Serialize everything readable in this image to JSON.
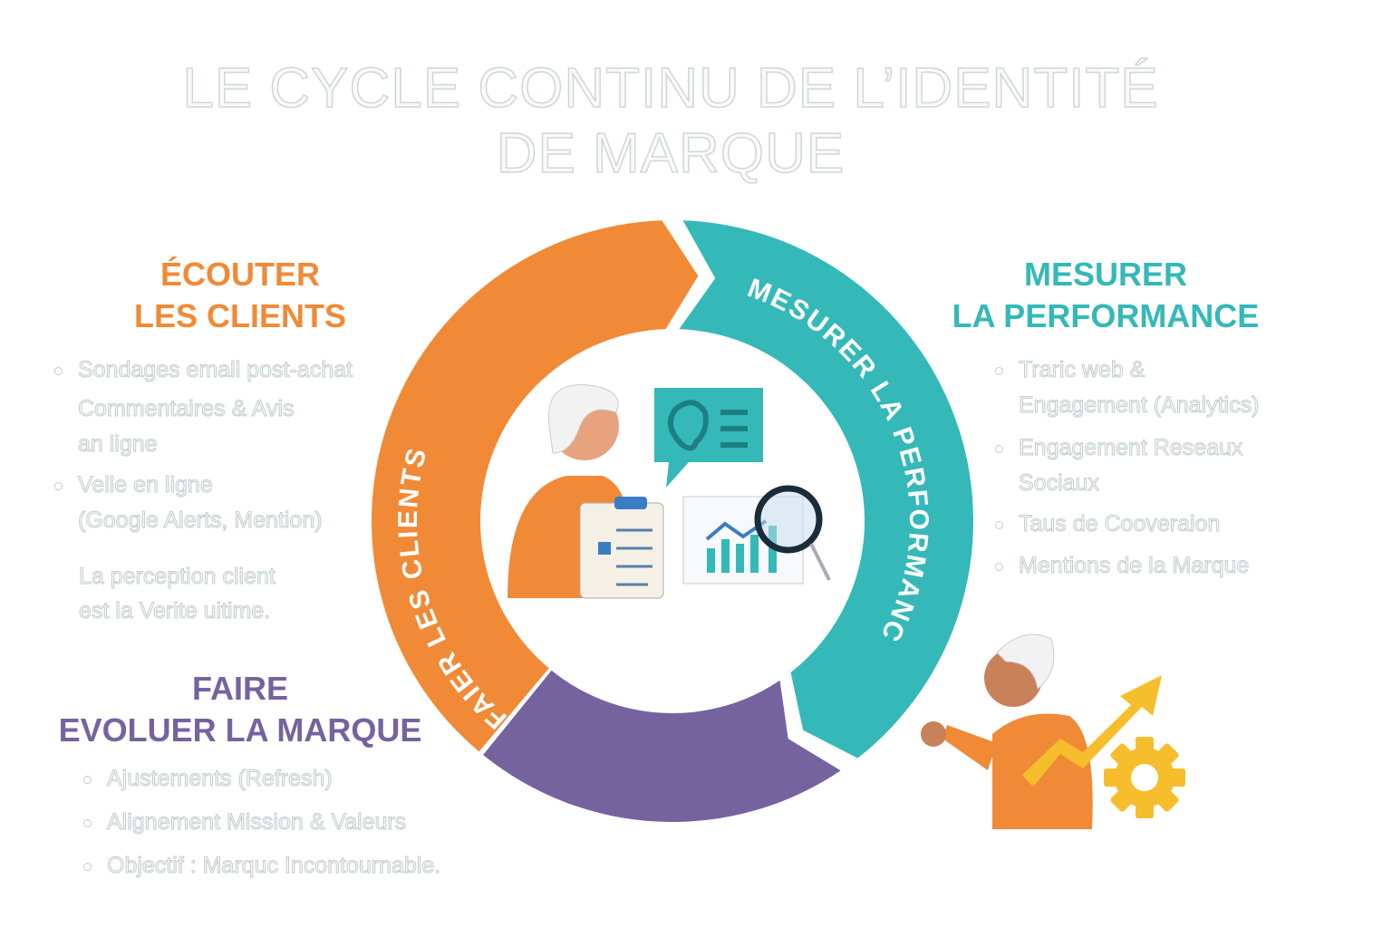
{
  "title": {
    "line1": "LE CYCLE CONTINU DE L’IDENTITÉ",
    "line2": "DE MARQUE"
  },
  "colors": {
    "orange": "#f08a37",
    "teal": "#35b8b8",
    "purple": "#7563a0",
    "yellow": "#f6be2c"
  },
  "ecouter": {
    "heading1": "ÉCOUTER",
    "heading2": "LES CLIENTS",
    "items": [
      "Sondages emall post-achat",
      "Commentaires & Avis",
      "an ligne",
      "Velle en ligne",
      "(Google Alerts, Mention)"
    ],
    "note1": "La perception client",
    "note2": "est la Verite uitime."
  },
  "mesurer": {
    "heading1": "MESURER",
    "heading2": "LA PERFORMANCE",
    "items": [
      "Traric web &",
      "Engagement (Analytics)",
      "Engagement Reseaux",
      "Sociaux",
      "Taus de Cooveraion",
      "Mentions de la Marque"
    ]
  },
  "evoluer": {
    "heading1": "FAIRE",
    "heading2": "EVOLUER LA MARQUE",
    "items": [
      "Ajustements (Refresh)",
      "Alignement Mission & Valeurs",
      "Objectif : Marquc Incontournable."
    ]
  },
  "ring": {
    "orange_label": "FAIER LES CLIENTS",
    "teal_label": "MESURER LA PERFORMANC"
  },
  "icons": [
    "ear-speech-bubble-icon",
    "bar-chart-magnifier-icon",
    "person-clipboard-illustration",
    "person-pointing-illustration",
    "growth-arrow-icon",
    "gear-icon"
  ]
}
